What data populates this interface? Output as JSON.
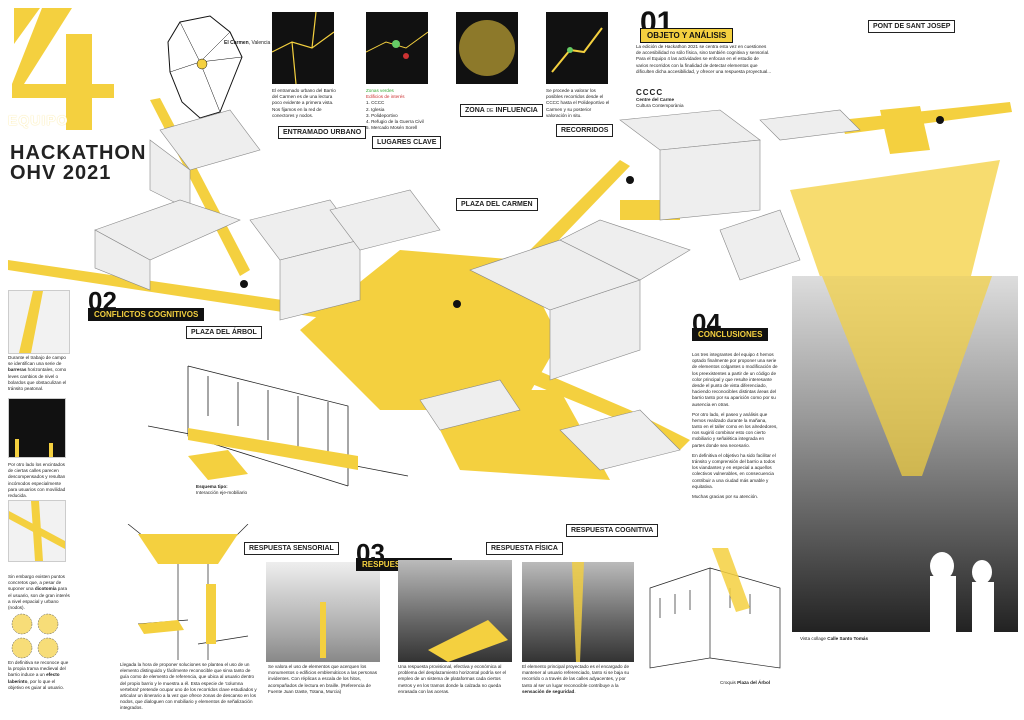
{
  "brand": {
    "team_number": "4",
    "team_label": "EQUIPO",
    "hackathon_line1": "HACKATHON",
    "hackathon_line2": "OHV 2021"
  },
  "locator": {
    "caption_bold": "El Carmen",
    "caption_rest": ", Valencia"
  },
  "analysis_maps": {
    "entramado": {
      "label": "ENTRAMADO URBANO",
      "text": "El entramado urbano del Barrio del Carmen es de una lectura poco evidente a primera vista. Nos fijamos en la red de conectores y nodos."
    },
    "lugares": {
      "label": "LUGARES CLAVE",
      "legend": [
        "Zonas verdes",
        "Edificios de interés",
        "1. CCCC",
        "2. Iglesia",
        "3. Polideportivo",
        "4. Refugio de la Guerra Civil",
        "5. Mercado Mosén Sorell"
      ]
    },
    "zona": {
      "label_pre": "ZONA",
      "label_mid": "DE",
      "label_post": "INFLUENCIA"
    },
    "recorridos": {
      "label": "RECORRIDOS",
      "text": "Se procede a valorar los posibles recorridos desde el CCCC hasta el Polideportivo el Carmen y su posterior valoración in situ."
    }
  },
  "section_01": {
    "number": "01",
    "title": "OBJETO Y ANÁLISIS",
    "body": "La edición de Hackathon 2021 se centra esta vez en cuestiones de accesibilidad no sólo física, sino también cognitiva y sensorial. Para el Equipo 4 las actividades se enfocan en el estudio de varios recorridos con la finalidad de detectar elementos que dificulten dicha accesibilidad, y ofrecer una respuesta proyectual..."
  },
  "cccc_logo": {
    "mark": "CCCC",
    "line1": "Centre del Carme",
    "line2": "Cultura Contemporània"
  },
  "place_labels": {
    "pont": "PONT DE SANT JOSEP",
    "plaza_carmen": "PLAZA DEL CARMEN",
    "plaza_arbol": "PLAZA DEL ÁRBOL"
  },
  "section_02": {
    "number": "02",
    "title": "CONFLICTOS COGNITIVOS",
    "text1_pre": "Durante el trabajo de campo se identifican una serie de ",
    "text1_bold": "barreras",
    "text1_post": " horizontales, como leves cambios de nivel o bolardos que obstaculizan el tránsito peatonal.",
    "text2": "Por otro lado los encintados de ciertas calles parecen descompensados y resultan incómodos especialmente para usuarios con movilidad reducida.",
    "text3_pre": "Sin embargo existen puntos concretos que, a pesar de suponer una ",
    "text3_bold": "dicotomía",
    "text3_post": " para el usuario, son de gran interés a nivel espacial y urbano (nodos).",
    "text4_pre": "En definitiva se reconoce que la propia trama medieval del barrio induce a un ",
    "text4_bold": "efecto laberinto",
    "text4_post": ", por lo que el objetivo es guiar al usuario.",
    "schema_title": "Esquema tipo:",
    "schema_sub": "Interacción eje-mobiliario"
  },
  "section_03": {
    "number": "03",
    "title": "RESPUESTA FORMAL",
    "sensorial_label": "RESPUESTA SENSORIAL",
    "fisica_label": "RESPUESTA FÍSICA",
    "cognitiva_label": "RESPUESTA COGNITIVA",
    "text_formal": "Llegada la hora de proponer soluciones se plantea el uso de un elemento distinguido y fácilmente reconocible que sirva tanto de guía como de elemento de referencia, que ubica al usuario dentro del propio barrio y le muestra a él. Esta especie de 'columna vertebral' pretende ocupar uno de los recorridos clave estudiados y articular un itinerario a la vez que ofrece zonas de descanso en los nodos, que dialoguen con mobiliario y elementos de señalización integrados.",
    "text_sensorial": "Se valora el uso de elementos que acerquen los monumentos o edificios emblemáticos a las personas invidentes. Con réplicas a escala de los hitos, acompañados de lectura en braille. (Referencia de Fuente Juan Izaste, Totana, Murcia)",
    "text_fisica": "Una respuesta provisional, efectiva y económica al problema del desplazamiento horizontal podría ser el empleo de un sistema de plataformas cada ciertos metros y en los tramos donde la calzada no queda enrasada con las aceras.",
    "text_cognitiva_pre": "El elemento principal proyectado es el encargado de mantener al usuario referenciado, tanto si se baja su recorrido o a través de las calles adyacentes, y por tanto al ser un lugar reconocible contribuye a la ",
    "text_cognitiva_bold": "sensación de seguridad",
    "text_cognitiva_post": "."
  },
  "section_04": {
    "number": "04",
    "title": "CONCLUSIONES",
    "p1": "Los tres integrantes del equipo 4 hemos optado finalmente por proponer una serie de elementos colgantes o modificación de los preexistentes a partir de un código de color principal y que resulte interesante desde el punto de vista diferenciado, haciendo reconocibles distintas áreas del barrio tanto por su aparición como por su ausencia en otras.",
    "p2": "Por otro lado, el paseo y análisis que hemos realizado durante la mañana, tanto en el taller como en los alrededores, nos sugirió combinar esto con cierto mobiliario y señalética integrada en partes donde sea necesario.",
    "p3": "En definitiva el objetivo ha sido facilitar el tránsito y comprensión del barrio a todos los viandantes y en especial a aquellos colectivos vulnerables, en consecuencia contribuir a una ciudad más amable y equitativa.",
    "p4": "Muchas gracias por su atención."
  },
  "captions": {
    "croquis_pre": "Croquis ",
    "croquis_bold": "Plaza del Árbol",
    "collage_pre": "Vista collage ",
    "collage_bold": "Calle Santo Tomás"
  },
  "colors": {
    "accent": "#f4d03f",
    "ink": "#111111"
  }
}
